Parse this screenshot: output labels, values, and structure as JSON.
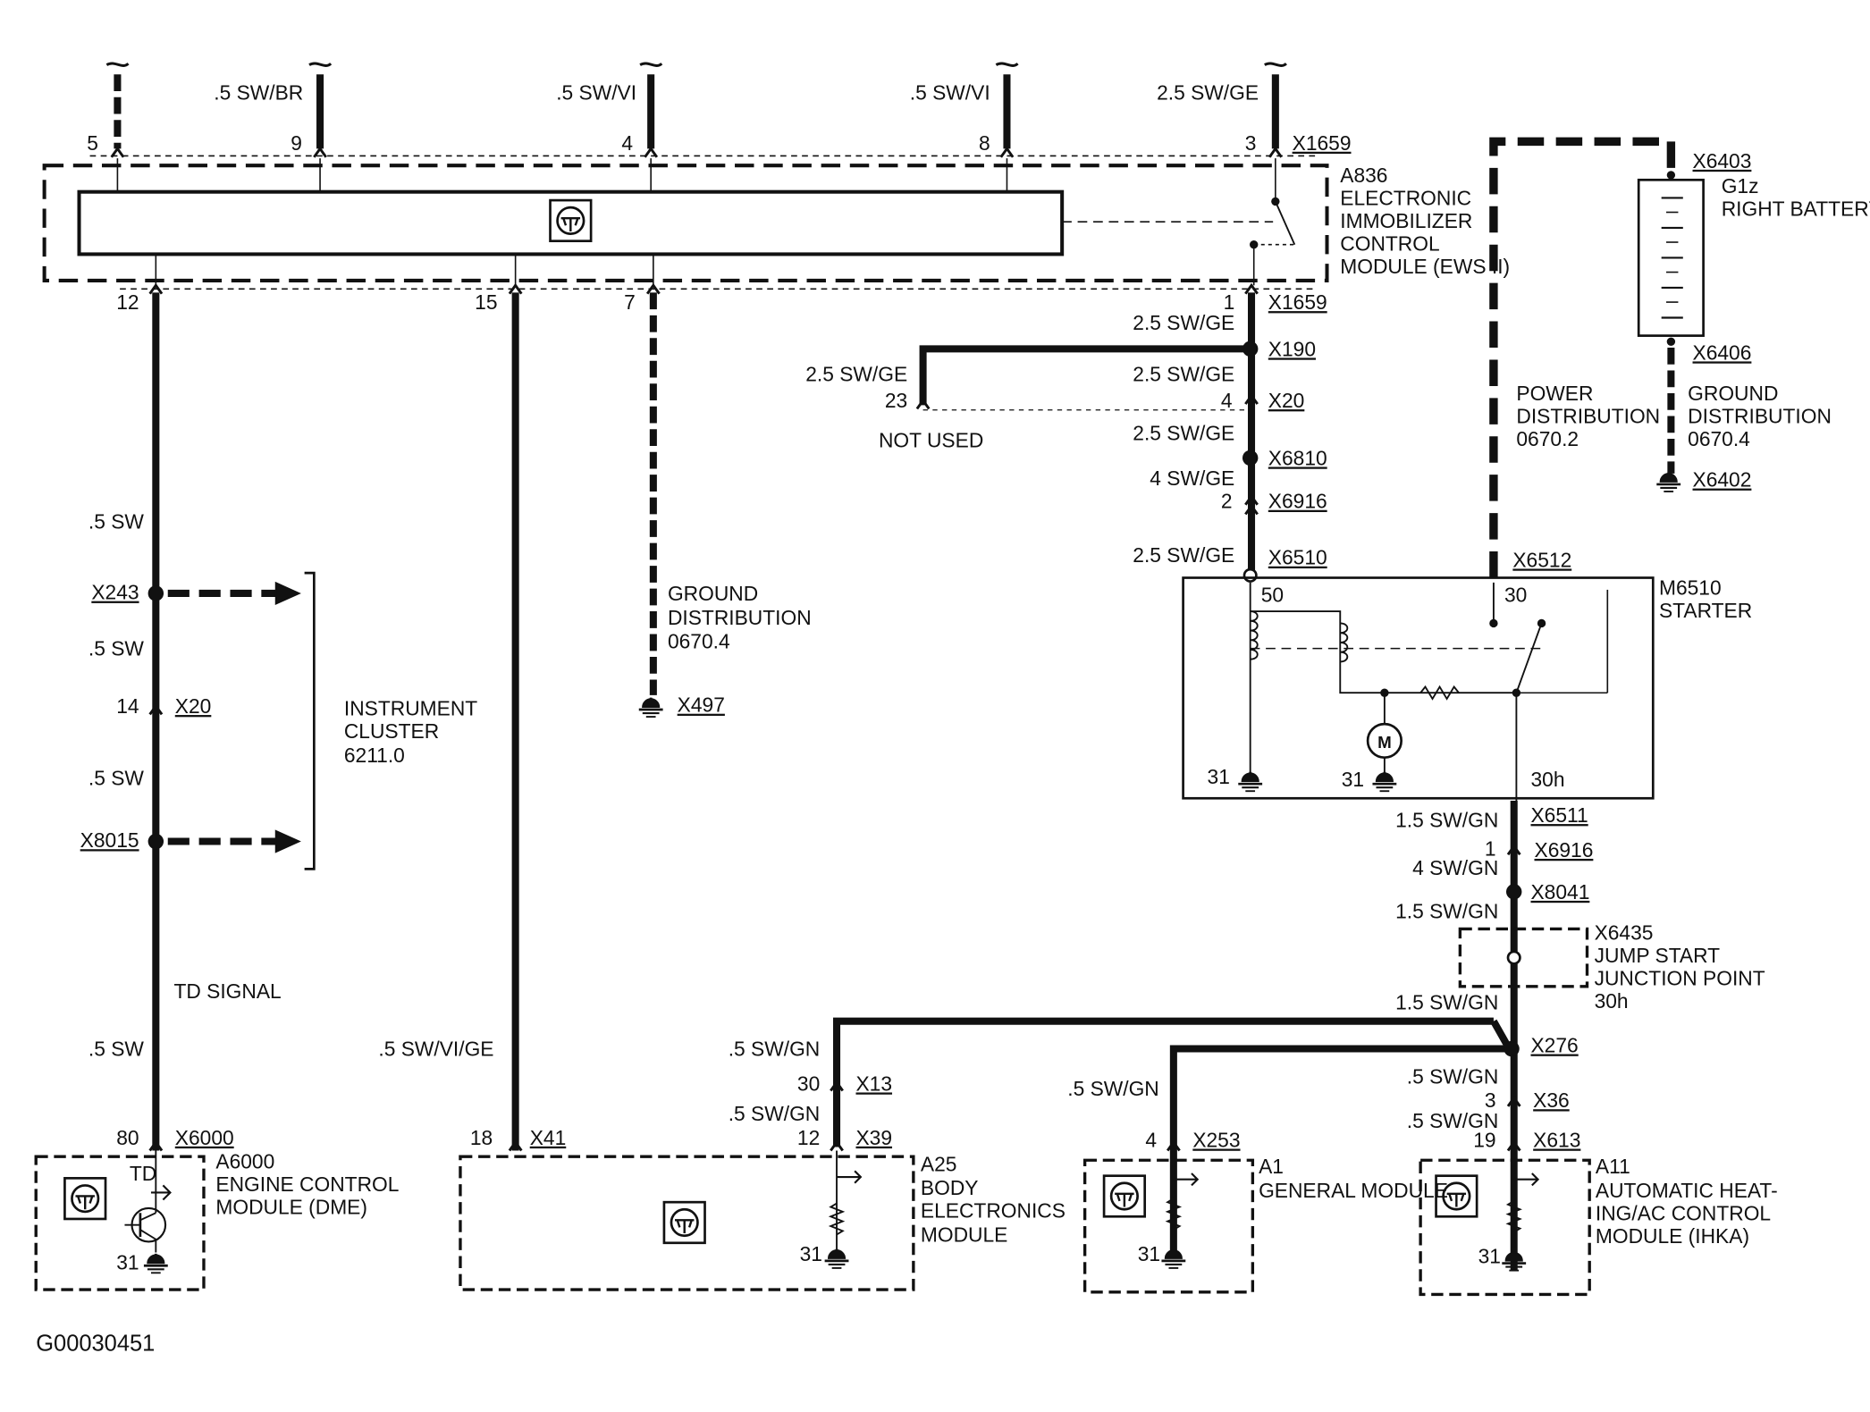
{
  "figure_id": "G00030451",
  "top_connector": "X1659",
  "bottom_connector": "X1659",
  "top_pins": {
    "p5": "5",
    "p9": "9",
    "p4": "4",
    "p8": "8",
    "p3": "3"
  },
  "top_wires": {
    "w9": ".5 SW/BR",
    "w4": ".5 SW/VI",
    "w8": ".5 SW/VI",
    "w3": "2.5 SW/GE"
  },
  "bottom_pins": {
    "p12": "12",
    "p15": "15",
    "p7": "7",
    "p1": "1"
  },
  "ews": {
    "id": "A836",
    "name": [
      "ELECTRONIC",
      "IMMOBILIZER",
      "CONTROL",
      "MODULE (EWS II)"
    ]
  },
  "battery": {
    "connector_top": "X6403",
    "id": "G1z",
    "name": "RIGHT BATTERY I",
    "connector_bottom": "X6406",
    "ground": "X6402",
    "ground_label": [
      "GROUND",
      "DISTRIBUTION",
      "0670.4"
    ],
    "power_label": [
      "POWER",
      "DISTRIBUTION",
      "0670.2"
    ]
  },
  "starter_circuit": {
    "w1": "2.5 SW/GE",
    "x190": "X190",
    "w_branch": "2.5 SW/GE",
    "pin23": "23",
    "not_used": "NOT USED",
    "w2": "2.5 SW/GE",
    "pin4": "4",
    "x20": "X20",
    "w3": "2.5 SW/GE",
    "x6810": "X6810",
    "w4": "4 SW/GE",
    "pin2": "2",
    "x6916": "X6916",
    "w5": "2.5 SW/GE",
    "x6510": "X6510",
    "x6512": "X6512"
  },
  "starter": {
    "id": "M6510",
    "name": "STARTER",
    "t50": "50",
    "t30": "30",
    "t31a": "31",
    "t31b": "31",
    "t30h": "30h",
    "motor": "M"
  },
  "feed": {
    "w1": "1.5 SW/GN",
    "x6511": "X6511",
    "pin1": "1",
    "x6916": "X6916",
    "w2": "4 SW/GN",
    "x8041": "X8041",
    "w3": "1.5 SW/GN",
    "jump": {
      "id": "X6435",
      "name": [
        "JUMP START",
        "JUNCTION POINT",
        "30h"
      ]
    },
    "w4": "1.5 SW/GN",
    "x276": "X276"
  },
  "left_column": {
    "pin12": "12",
    "w1": ".5 SW",
    "x243": "X243",
    "w2": ".5 SW",
    "pin14": "14",
    "x20": "X20",
    "w3": ".5 SW",
    "x8015": "X8015",
    "td_signal": "TD SIGNAL",
    "w4": ".5 SW",
    "cluster": [
      "INSTRUMENT",
      "CLUSTER",
      "6211.0"
    ]
  },
  "ground_7": {
    "label": [
      "GROUND",
      "DISTRIBUTION",
      "0670.4"
    ],
    "connector": "X497"
  },
  "wire_15": ".5 SW/VI/GE",
  "dme": {
    "pin": "80",
    "connector": "X6000",
    "id": "A6000",
    "name": [
      "ENGINE CONTROL",
      "MODULE (DME)"
    ],
    "td": "TD",
    "ground": "31"
  },
  "body_module": {
    "pin18": "18",
    "x41": "X41",
    "w13": ".5 SW/GN",
    "pin30": "30",
    "x13": "X13",
    "w39": ".5 SW/GN",
    "pin12": "12",
    "x39": "X39",
    "id": "A25",
    "name": [
      "BODY",
      "ELECTRONICS",
      "MODULE"
    ],
    "ground": "31"
  },
  "general_module": {
    "wire": ".5 SW/GN",
    "pin": "4",
    "connector": "X253",
    "id": "A1",
    "name": "GENERAL MODULE",
    "ground": "31"
  },
  "ihka": {
    "w36": ".5 SW/GN",
    "pin3": "3",
    "x36": "X36",
    "w613": ".5 SW/GN",
    "pin19": "19",
    "x613": "X613",
    "id": "A11",
    "name": [
      "AUTOMATIC HEAT-",
      "ING/AC CONTROL",
      "MODULE (IHKA)"
    ],
    "ground": "31"
  }
}
